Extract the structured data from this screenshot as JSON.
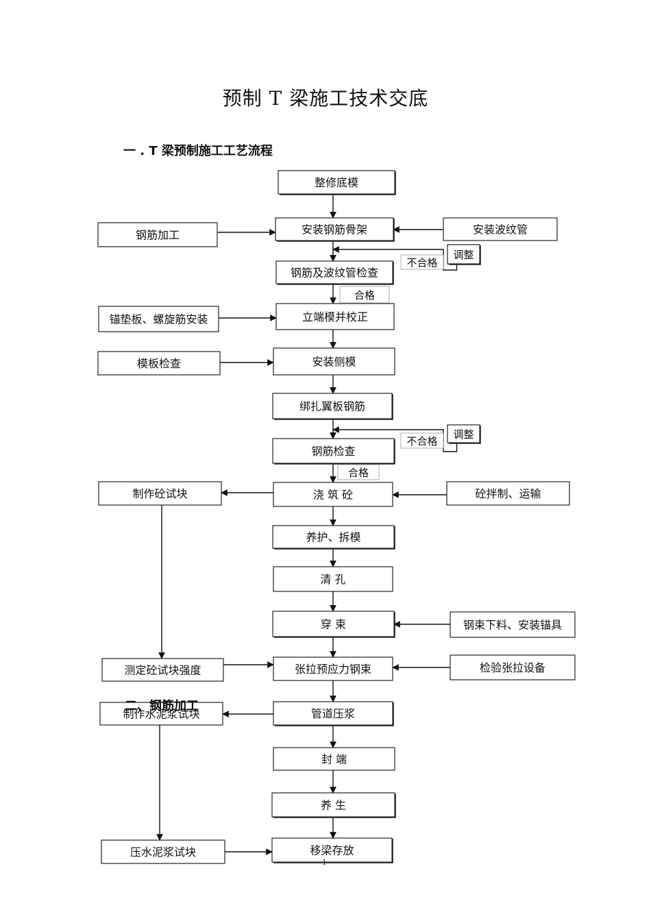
{
  "title": "预制 T 梁施工技术交底",
  "sections": [
    {
      "heading": "一 . T 梁预制施工工艺流程"
    },
    {
      "heading": "二、钢筋加工"
    }
  ],
  "flowchart": {
    "nodes": [
      {
        "id": "n1",
        "label": "整修底模"
      },
      {
        "id": "n2",
        "label": "安装钢筋骨架"
      },
      {
        "id": "n3",
        "label": "钢筋及波纹管检查"
      },
      {
        "id": "n4",
        "label": "立端模并校正"
      },
      {
        "id": "n5",
        "label": "安装侧模"
      },
      {
        "id": "n6",
        "label": "绑扎翼板钢筋"
      },
      {
        "id": "n7",
        "label": "钢筋检查"
      },
      {
        "id": "n8",
        "label": "浇 筑 砼"
      },
      {
        "id": "n9",
        "label": "养护、拆模"
      },
      {
        "id": "n10",
        "label": "清          孔"
      },
      {
        "id": "n11",
        "label": "穿        束"
      },
      {
        "id": "n12",
        "label": "张拉预应力钢束"
      },
      {
        "id": "n13",
        "label": "管道压浆"
      },
      {
        "id": "n14",
        "label": "封        端"
      },
      {
        "id": "n15",
        "label": "养        生"
      },
      {
        "id": "n16",
        "label": "移梁存放"
      },
      {
        "id": "l1",
        "label": "钢筋加工"
      },
      {
        "id": "l2",
        "label": "锚垫板、螺旋筋安装"
      },
      {
        "id": "l3",
        "label": "模板检查"
      },
      {
        "id": "l4",
        "label": "制作砼试块"
      },
      {
        "id": "l5",
        "label": "测定砼试块强度"
      },
      {
        "id": "l6",
        "label": "制作水泥浆试块"
      },
      {
        "id": "l7",
        "label": "压水泥浆试块"
      },
      {
        "id": "r1",
        "label": "安装波纹管"
      },
      {
        "id": "r2",
        "label": "砼拌制、运输"
      },
      {
        "id": "r3",
        "label": "钢束下料、安装锚具"
      },
      {
        "id": "r4",
        "label": "检验张拉设备"
      },
      {
        "id": "a1",
        "label": "调整"
      },
      {
        "id": "a2",
        "label": "调整"
      }
    ],
    "labels": [
      {
        "id": "f1",
        "label": "不合格"
      },
      {
        "id": "p1",
        "label": "合格"
      },
      {
        "id": "f2",
        "label": "不合格"
      },
      {
        "id": "p2",
        "label": "合格"
      }
    ],
    "edges": [
      {
        "from": "n1",
        "to": "n2"
      },
      {
        "from": "n2",
        "to": "n3"
      },
      {
        "from": "n3",
        "to": "n4"
      },
      {
        "from": "n4",
        "to": "n5"
      },
      {
        "from": "n5",
        "to": "n6"
      },
      {
        "from": "n6",
        "to": "n7"
      },
      {
        "from": "n7",
        "to": "n8"
      },
      {
        "from": "n8",
        "to": "n9"
      },
      {
        "from": "n9",
        "to": "n10"
      },
      {
        "from": "n10",
        "to": "n11"
      },
      {
        "from": "n11",
        "to": "n12"
      },
      {
        "from": "n12",
        "to": "n13"
      },
      {
        "from": "n13",
        "to": "n14"
      },
      {
        "from": "n14",
        "to": "n15"
      },
      {
        "from": "n15",
        "to": "n16"
      },
      {
        "from": "l1",
        "to": "n2"
      },
      {
        "from": "r1",
        "to": "n2"
      },
      {
        "from": "l2",
        "to": "n4"
      },
      {
        "from": "l3",
        "to": "n5"
      },
      {
        "from": "n8",
        "to": "l4"
      },
      {
        "from": "r2",
        "to": "n8"
      },
      {
        "from": "l4",
        "to": "l5"
      },
      {
        "from": "l5",
        "to": "n12"
      },
      {
        "from": "r3",
        "to": "n11"
      },
      {
        "from": "r4",
        "to": "n12"
      },
      {
        "from": "n13",
        "to": "l6"
      },
      {
        "from": "l6",
        "to": "l7"
      },
      {
        "from": "l7",
        "to": "n16"
      },
      {
        "from": "a1",
        "to": "n3"
      },
      {
        "from": "a2",
        "to": "n7"
      }
    ]
  },
  "page_number": "1"
}
